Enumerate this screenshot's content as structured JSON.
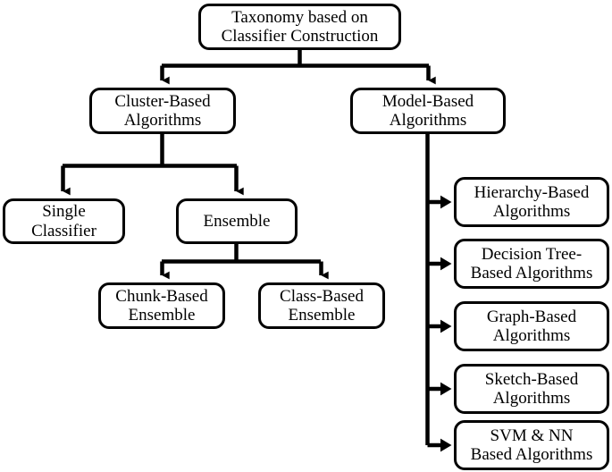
{
  "diagram": {
    "title_node": {
      "id": "root",
      "label": "Taxonomy based on\nClassifier Construction"
    },
    "level1": [
      {
        "id": "cluster-based-algorithms",
        "label": "Cluster-Based\nAlgorithms"
      },
      {
        "id": "model-based-algorithms",
        "label": "Model-Based\nAlgorithms"
      }
    ],
    "cluster_children": [
      {
        "id": "single-classifier",
        "label": "Single\nClassifier"
      },
      {
        "id": "ensemble",
        "label": "Ensemble"
      }
    ],
    "ensemble_children": [
      {
        "id": "chunk-based-ensemble",
        "label": "Chunk-Based\nEnsemble"
      },
      {
        "id": "class-based-ensemble",
        "label": "Class-Based\nEnsemble"
      }
    ],
    "model_children": [
      {
        "id": "hierarchy-based-algorithms",
        "label": "Hierarchy-Based\nAlgorithms"
      },
      {
        "id": "decision-tree-based-algorithms",
        "label": "Decision Tree-\nBased Algorithms"
      },
      {
        "id": "graph-based-algorithms",
        "label": "Graph-Based\nAlgorithms"
      },
      {
        "id": "sketch-based-algorithms",
        "label": "Sketch-Based\nAlgorithms"
      },
      {
        "id": "svm-nn-based-algorithms",
        "label": "SVM & NN\nBased Algorithms"
      }
    ],
    "style": {
      "line_color": "#000000",
      "box_fill": "#ffffff",
      "text_color": "#000000",
      "background": "#ffffff"
    }
  }
}
